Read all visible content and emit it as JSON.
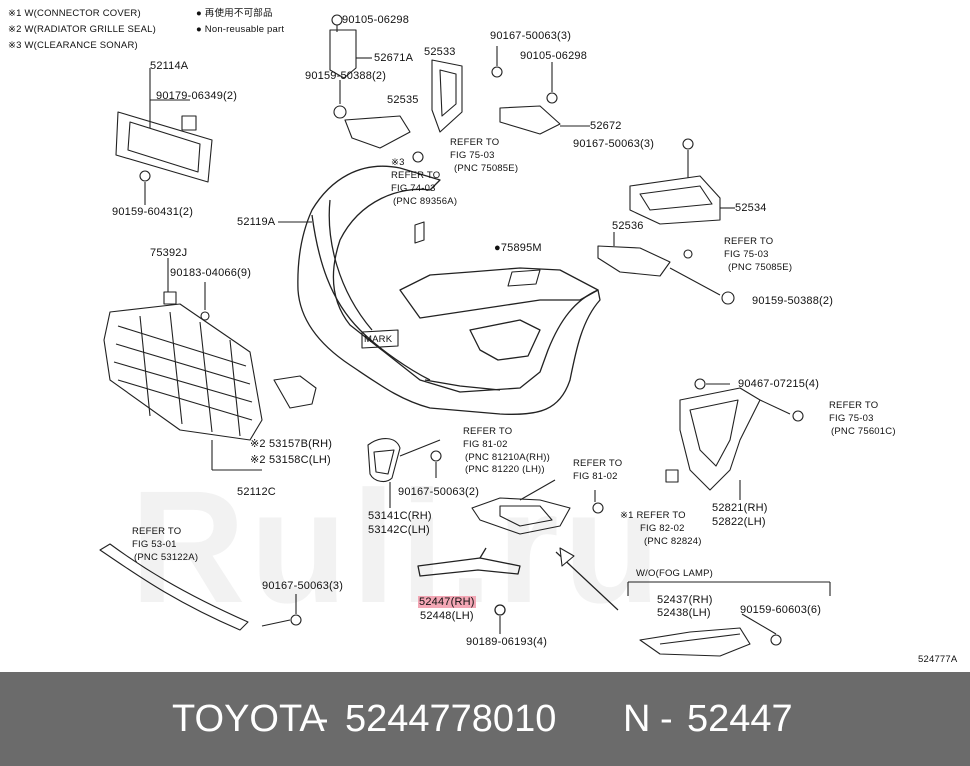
{
  "notes": {
    "note1": "※1 W(CONNECTOR COVER)",
    "note2": "※2 W(RADIATOR GRILLE SEAL)",
    "note3": "※3 W(CLEARANCE SONAR)",
    "legend_jp": "● 再使用不可部品",
    "legend_en": "● Non-reusable part"
  },
  "labels": {
    "p90105_06298_a": "90105-06298",
    "p52671A": "52671A",
    "p52114A": "52114A",
    "p90179_06349": "90179-06349(2)",
    "p90159_50388_a": "90159-50388(2)",
    "p52533": "52533",
    "p90167_50063_a": "90167-50063(3)",
    "p90105_06298_b": "90105-06298",
    "p52535": "52535",
    "p52672": "52672",
    "p90167_50063_b": "90167-50063(3)",
    "ref75_03_a_1": "REFER TO",
    "ref75_03_a_2": "FIG 75-03",
    "ref75_03_a_3": "(PNC 75085E)",
    "ref74_03_0": "※3",
    "ref74_03_1": "REFER TO",
    "ref74_03_2": "FIG 74-03",
    "ref74_03_3": "(PNC 89356A)",
    "p90159_60431": "90159-60431(2)",
    "p52119A": "52119A",
    "p52534": "52534",
    "p52536": "52536",
    "ref75_03_b_1": "REFER TO",
    "ref75_03_b_2": "FIG 75-03",
    "ref75_03_b_3": "(PNC 75085E)",
    "p75895M": "●75895M",
    "p75392J": "75392J",
    "p90183_04066": "90183-04066(9)",
    "p90159_50388_b": "90159-50388(2)",
    "mark": "MARK",
    "p90467_07215": "90467-07215(4)",
    "ref75_03_c_1": "REFER TO",
    "ref75_03_c_2": "FIG 75-03",
    "ref75_03_c_3": "(PNC 75601C)",
    "ref81_02_a_1": "REFER TO",
    "ref81_02_a_2": "FIG 81-02",
    "ref81_02_a_3": "(PNC 81210A(RH))",
    "ref81_02_a_4": "(PNC 81220 (LH))",
    "p53157B": "※2 53157B(RH)",
    "p53158C": "※2 53158C(LH)",
    "ref81_02_b_1": "REFER TO",
    "ref81_02_b_2": "FIG 81-02",
    "p52112C": "52112C",
    "p90167_50063_c": "90167-50063(2)",
    "p53141C": "53141C(RH)",
    "p53142C": "53142C(LH)",
    "ref82_02_1": "※1 REFER TO",
    "ref82_02_2": "FIG 82-02",
    "ref82_02_3": "(PNC 82824)",
    "p52821": "52821(RH)",
    "p52822": "52822(LH)",
    "ref53_01_1": "REFER TO",
    "ref53_01_2": "FIG 53-01",
    "ref53_01_3": "(PNC 53122A)",
    "wo_fog": "W/O(FOG LAMP)",
    "p90167_50063_d": "90167-50063(3)",
    "p52447": "52447(RH)",
    "p52448": "52448(LH)",
    "p52437": "52437(RH)",
    "p52438": "52438(LH)",
    "p90159_60603": "90159-60603(6)",
    "p90189_06193": "90189-06193(4)",
    "fig_code": "524777A"
  },
  "watermark": "Ruli.ru",
  "footer": {
    "brand": "TOYOTA",
    "sep1": "-",
    "part_number": "5244778010",
    "n": "N",
    "sep2": "-",
    "pnc": "52447"
  },
  "colors": {
    "footer_bg": "#6b6b6b",
    "highlight": "#f3a7b5",
    "line": "#222222"
  }
}
